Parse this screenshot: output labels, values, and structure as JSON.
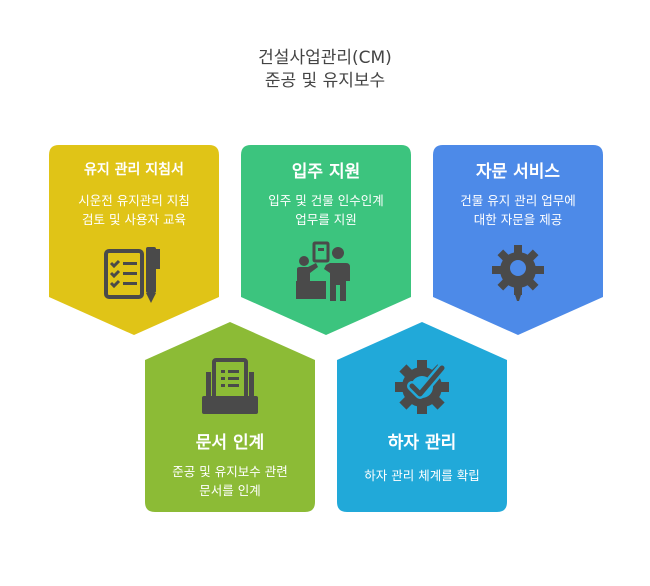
{
  "title": {
    "line1": "건설사업관리(CM)",
    "line2": "준공 및 유지보수"
  },
  "cards": [
    {
      "heading": "유지 관리 지침서",
      "desc1": "시운전 유지관리 지침",
      "desc2": "검토 및 사용자 교육",
      "color": "#e0c417",
      "icon": "manual-pen-icon"
    },
    {
      "heading": "입주 지원",
      "desc1": "입주 및 건물 인수인계",
      "desc2": "업무를 지원",
      "color": "#3cc47e",
      "icon": "people-handover-icon"
    },
    {
      "heading": "자문 서비스",
      "desc1": "건물 유지 관리 업무에",
      "desc2": "대한 자문을 제공",
      "color": "#4d8ae8",
      "icon": "gear-lightbulb-icon"
    },
    {
      "heading": "문서 인계",
      "desc1": "준공 및 유지보수 관련",
      "desc2": "문서를 인계",
      "color": "#8cbb36",
      "icon": "document-tray-icon"
    },
    {
      "heading": "하자 관리",
      "desc1": "하자 관리 체계를 확립",
      "desc2": "",
      "color": "#21a9d9",
      "icon": "gear-check-icon"
    }
  ]
}
